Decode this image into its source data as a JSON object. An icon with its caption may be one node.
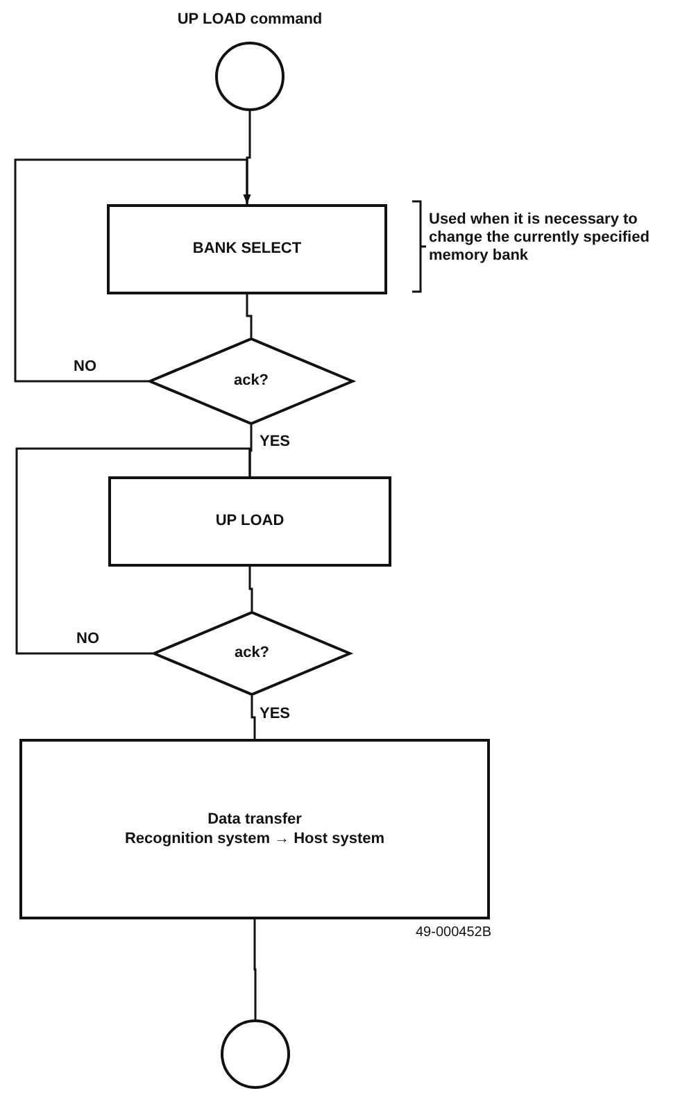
{
  "diagram": {
    "nodes": [
      {
        "text": [],
        "shape": "circle",
        "beside": [
          "UP LOAD command"
        ]
      },
      {
        "text": [
          "BANK SELECT"
        ],
        "beside": [
          "Used when it is necessary to change the currently specified memory bank"
        ]
      },
      {
        "text": [
          "ack?"
        ]
      },
      {
        "text": [
          "UP LOAD"
        ]
      },
      {
        "text": [
          "ack?"
        ]
      },
      {
        "text": [
          "Data transfer",
          "Recognition system → Host system"
        ]
      },
      {
        "text": [],
        "shape": "circle"
      }
    ],
    "edges": [
      {
        "from": 0,
        "to": 1,
        "arrow": "none"
      },
      {
        "from": 1,
        "to": 2,
        "arrow": "none"
      },
      {
        "from": 2,
        "to": 1,
        "label": "NO",
        "arrow": "to"
      },
      {
        "from": 2,
        "to": 3,
        "label": "YES",
        "arrow": "none"
      },
      {
        "from": 3,
        "to": 4,
        "arrow": "none"
      },
      {
        "from": 4,
        "to": 3,
        "label": "NO",
        "arrow": "none"
      },
      {
        "from": 4,
        "to": 5,
        "label": "YES",
        "arrow": "none"
      },
      {
        "from": 5,
        "to": 6,
        "arrow": "none"
      }
    ],
    "labels": [
      "49-000452B"
    ]
  }
}
